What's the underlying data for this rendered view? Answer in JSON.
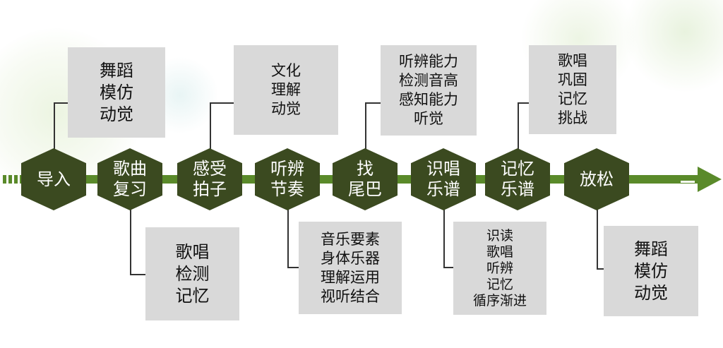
{
  "colors": {
    "arrow": "#5a8a2a",
    "hexagon": "#3b4a20",
    "box": "#d9d9d9",
    "connector": "#333333"
  },
  "steps": [
    {
      "lines": [
        "导入"
      ]
    },
    {
      "lines": [
        "歌曲",
        "复习"
      ]
    },
    {
      "lines": [
        "感受",
        "拍子"
      ]
    },
    {
      "lines": [
        "听辨",
        "节奏"
      ]
    },
    {
      "lines": [
        "找",
        "尾巴"
      ]
    },
    {
      "lines": [
        "识唱",
        "乐谱"
      ]
    },
    {
      "lines": [
        "记忆",
        "乐谱"
      ]
    },
    {
      "lines": [
        "放松"
      ]
    }
  ],
  "notes": [
    {
      "step": 1,
      "lines": [
        "舞蹈",
        "模仿",
        "动觉"
      ]
    },
    {
      "step": 2,
      "lines": [
        "歌唱",
        "检测",
        "记忆"
      ]
    },
    {
      "step": 3,
      "lines": [
        "文化",
        "理解",
        "动觉"
      ]
    },
    {
      "step": 4,
      "lines": [
        "音乐要素",
        "身体乐器",
        "理解运用",
        "视听结合"
      ]
    },
    {
      "step": 5,
      "lines": [
        "听辨能力",
        "检测音高",
        "感知能力",
        "听觉"
      ]
    },
    {
      "step": 6,
      "lines": [
        "识读",
        "歌唱",
        "听辨",
        "记忆",
        "循序渐进"
      ]
    },
    {
      "step": 7,
      "lines": [
        "歌唱",
        "巩固",
        "记忆",
        "挑战"
      ]
    },
    {
      "step": 8,
      "lines": [
        "舞蹈",
        "模仿",
        "动觉"
      ]
    }
  ]
}
